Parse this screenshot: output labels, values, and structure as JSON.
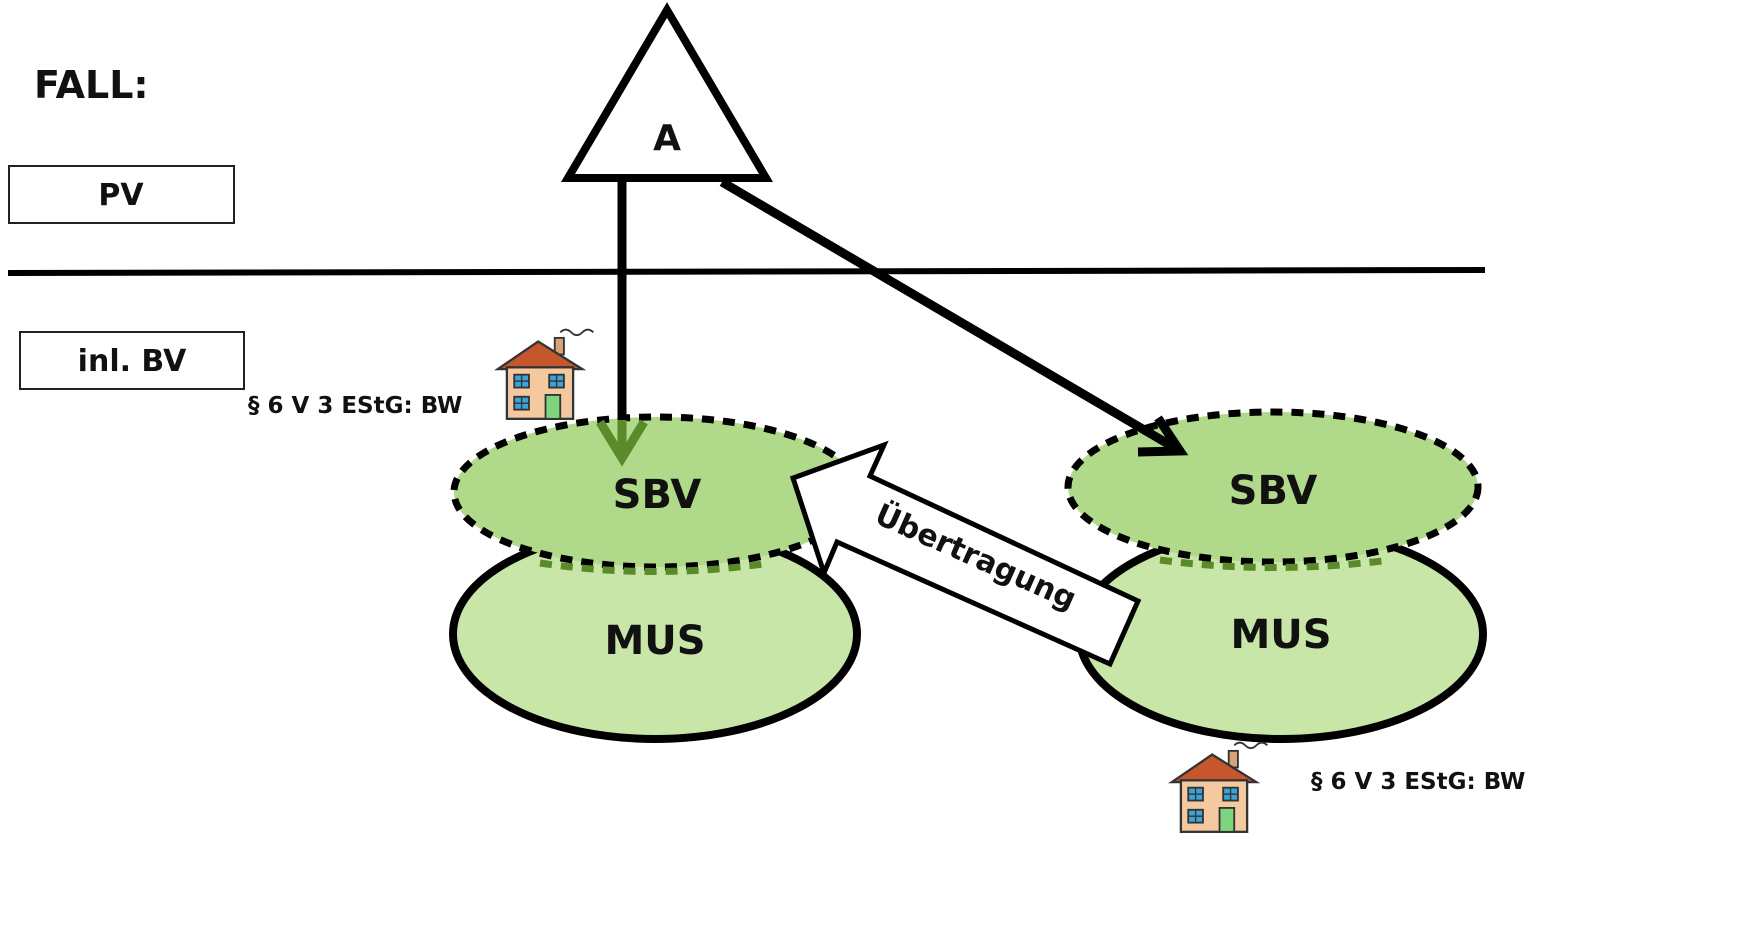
{
  "title": "FALL:",
  "labels": {
    "pv": "PV",
    "inl_bv": "inl. BV",
    "triangle": "A",
    "sbv_left": "SBV",
    "mus_left": "MUS",
    "sbv_right": "SBV",
    "mus_right": "MUS",
    "transfer": "Übertragung",
    "note_left": "§ 6 V 3 EStG: BW",
    "note_right": "§ 6 V 3 EStG: BW"
  },
  "colors": {
    "sbv_fill": "#b0d98a",
    "mus_fill": "#c8e6a8",
    "green_arrow": "#5a8a2a",
    "stroke": "#000000"
  },
  "icons": {
    "house": "house-icon"
  }
}
